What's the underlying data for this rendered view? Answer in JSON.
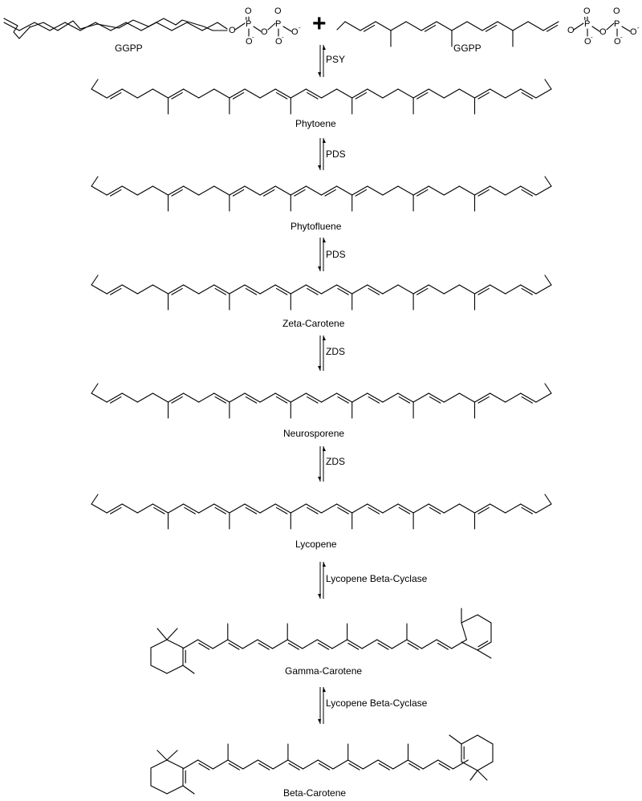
{
  "reactants": {
    "left": {
      "name": "GGPP"
    },
    "right": {
      "name": "GGPP"
    },
    "plus": "+",
    "phosphate": {
      "p": "P",
      "o": "O",
      "minus": "-"
    }
  },
  "compounds": [
    {
      "id": "phytoene",
      "name": "Phytoene"
    },
    {
      "id": "phytofluene",
      "name": "Phytofluene"
    },
    {
      "id": "zeta-carotene",
      "name": "Zeta-Carotene"
    },
    {
      "id": "neurosporene",
      "name": "Neurosporene"
    },
    {
      "id": "lycopene",
      "name": "Lycopene"
    },
    {
      "id": "gamma-carotene",
      "name": "Gamma-Carotene"
    },
    {
      "id": "beta-carotene",
      "name": "Beta-Carotene"
    }
  ],
  "enzymes": [
    {
      "id": "psy",
      "name": "PSY"
    },
    {
      "id": "pds-1",
      "name": "PDS"
    },
    {
      "id": "pds-2",
      "name": "PDS"
    },
    {
      "id": "zds-1",
      "name": "ZDS"
    },
    {
      "id": "zds-2",
      "name": "ZDS"
    },
    {
      "id": "lcyb-1",
      "name": "Lycopene Beta-Cyclase"
    },
    {
      "id": "lcyb-2",
      "name": "Lycopene Beta-Cyclase"
    }
  ]
}
